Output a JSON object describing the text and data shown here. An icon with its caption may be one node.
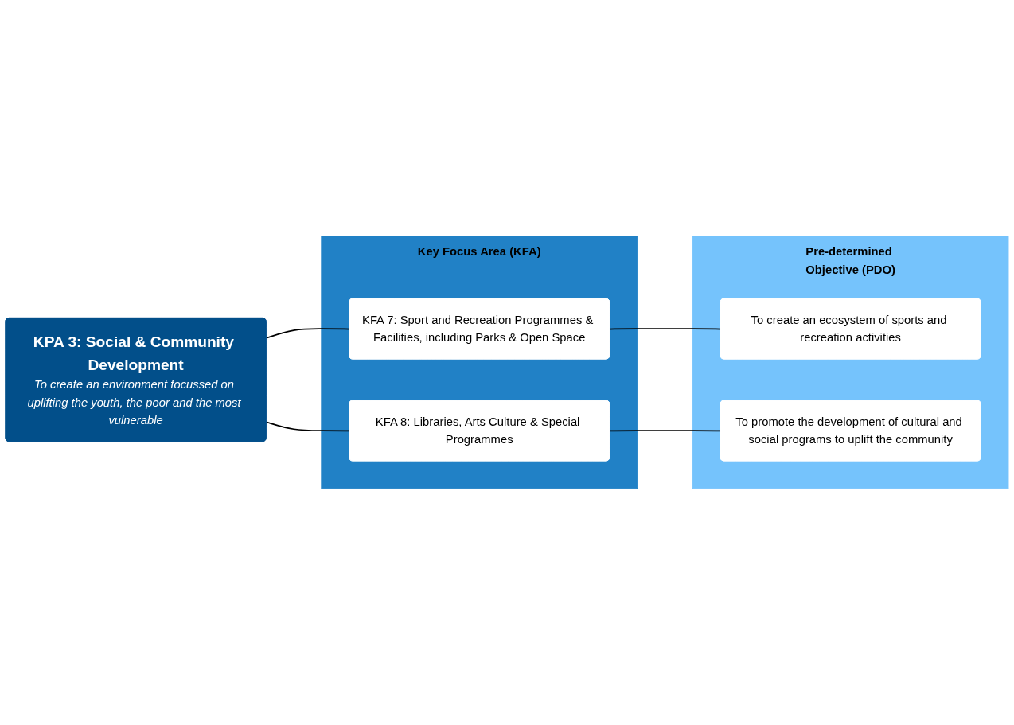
{
  "diagram": {
    "nodes": [
      {
        "text": [
          "KPA 3: Social & Community Development",
          "To create an environment focussed on uplifting the youth, the poor and the most vulnerable"
        ]
      },
      {
        "text": [
          "Key Focus Area (KFA)"
        ]
      },
      {
        "text": [
          "KFA 7: Sport and Recreation Programmes & Facilities, including Parks & Open Space"
        ],
        "in": 1
      },
      {
        "text": [
          "KFA 8: Libraries, Arts Culture & Special Programmes"
        ],
        "in": 1
      },
      {
        "text": [
          "Pre-determined Objective (PDO)"
        ]
      },
      {
        "text": [
          "To create an ecosystem of sports and recreation activities"
        ],
        "in": 4
      },
      {
        "text": [
          "To promote the development of cultural and social programs to uplift the community"
        ],
        "in": 4
      }
    ],
    "edges": [
      {
        "from": 0,
        "to": 2,
        "arrow": "none"
      },
      {
        "from": 0,
        "to": 3,
        "arrow": "none"
      },
      {
        "from": 2,
        "to": 5,
        "arrow": "none"
      },
      {
        "from": 3,
        "to": 6,
        "arrow": "none"
      }
    ]
  }
}
